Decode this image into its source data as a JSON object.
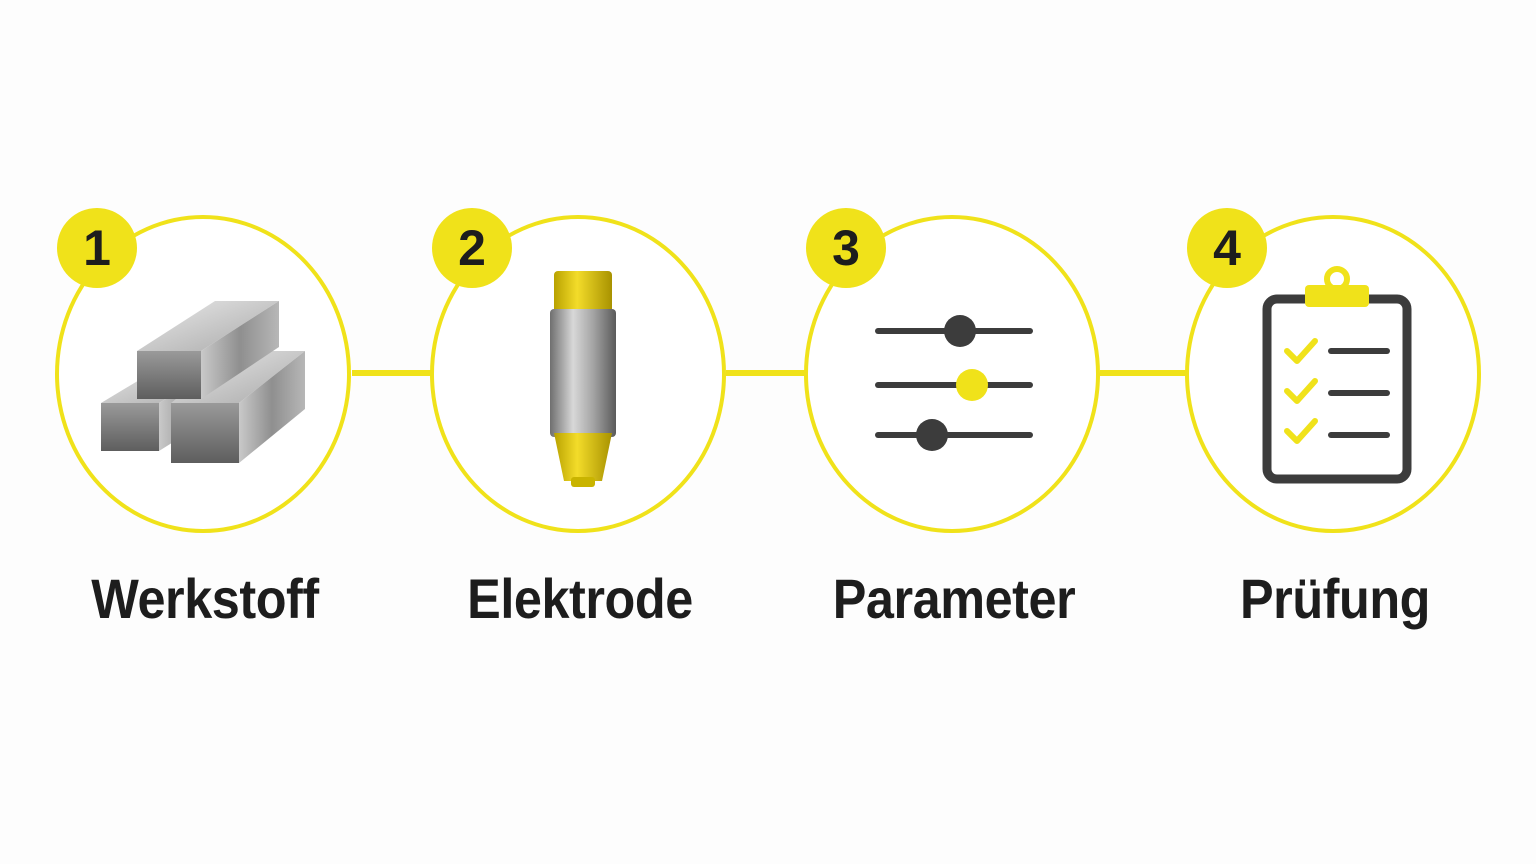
{
  "accent_color": "#f0e21a",
  "text_color": "#1d1d1d",
  "steps": [
    {
      "number": "1",
      "label": "Werkstoff",
      "icon": "metal-bars-icon"
    },
    {
      "number": "2",
      "label": "Elektrode",
      "icon": "electrode-icon"
    },
    {
      "number": "3",
      "label": "Parameter",
      "icon": "sliders-icon"
    },
    {
      "number": "4",
      "label": "Prüfung",
      "icon": "clipboard-checklist-icon"
    }
  ]
}
